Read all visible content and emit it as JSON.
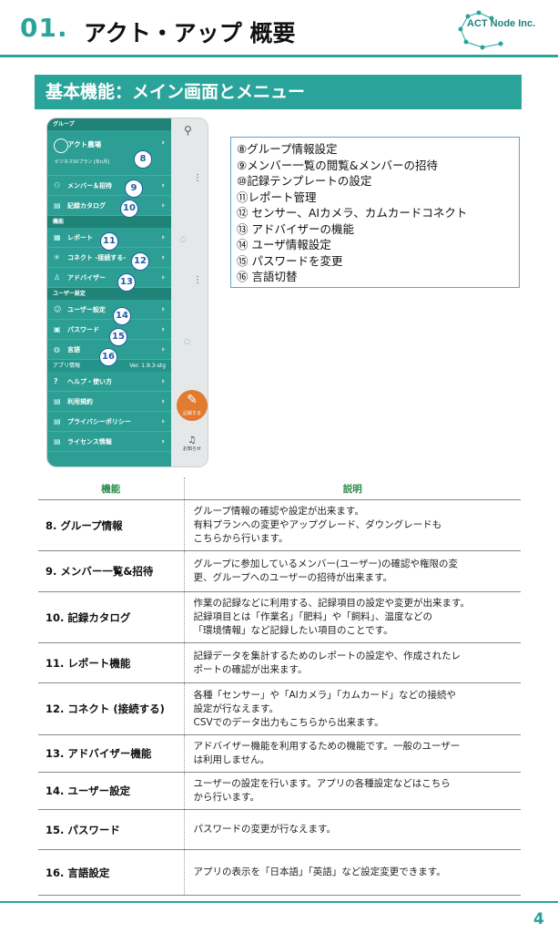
{
  "header": {
    "number": "01.",
    "title": "アクト・アップ 概要",
    "logo_text": "ACT Node Inc."
  },
  "section_title": "基本機能：メイン画面とメニュー",
  "phone": {
    "group_header": "グループ",
    "group_name": "アクト農場",
    "group_plan": "ビジネス50プラン [年n月]",
    "items_group": [
      {
        "label": "メンバー＆招待",
        "callout": "9"
      },
      {
        "label": "記録カタログ",
        "callout": "10"
      }
    ],
    "function_header": "機能",
    "items_function": [
      {
        "label": "レポート",
        "callout": "11"
      },
      {
        "label": "コネクト -接続する-",
        "callout": "12"
      },
      {
        "label": "アドバイザー",
        "callout": "13"
      }
    ],
    "user_header": "ユーザー設定",
    "items_user": [
      {
        "label": "ユーザー設定",
        "callout": "14"
      },
      {
        "label": "パスワード",
        "callout": "15"
      },
      {
        "label": "言語",
        "callout": "16"
      }
    ],
    "app_info_label": "アプリ情報",
    "version": "Ver. 1.9.3-stg",
    "items_info": [
      {
        "label": "ヘルプ・使い方"
      },
      {
        "label": "利用規約"
      },
      {
        "label": "プライバシーポリシー"
      },
      {
        "label": "ライセンス情報"
      }
    ],
    "group_callout": "8",
    "fab_label": "記録する",
    "notice_label": "お知らせ"
  },
  "feature_list": [
    "⑧グループ情報設定",
    "⑨メンバー一覧の閲覧&メンバーの招待",
    "⑩記録テンプレートの設定",
    "⑪レポート管理",
    "⑫ センサー、AIカメラ、カムカードコネクト",
    "⑬ アドバイザーの機能",
    "⑭ ユーザ情報設定",
    "⑮ パスワードを変更",
    "⑯ 言語切替"
  ],
  "table": {
    "col_function": "機能",
    "col_description": "説明",
    "rows": [
      {
        "name": "8. グループ情報",
        "lines": [
          "グループ情報の確認や設定が出来ます。",
          "有料プランへの変更やアップグレード、ダウングレードも",
          "こちらから行います。"
        ]
      },
      {
        "name": "9. メンバー一覧&招待",
        "lines": [
          "グループに参加しているメンバー(ユーザー)の確認や権限の変",
          "更、グループへのユーザーの招待が出来ます。"
        ]
      },
      {
        "name": "10. 記録カタログ",
        "lines": [
          "作業の記録などに利用する、記録項目の設定や変更が出来ます。",
          "記録項目とは「作業名」「肥料」や「飼料」、温度などの",
          "「環境情報」など記録したい項目のことです。"
        ]
      },
      {
        "name": "11. レポート機能",
        "lines": [
          "記録データを集計するためのレポートの設定や、作成されたレ",
          "ポートの確認が出来ます。"
        ]
      },
      {
        "name": "12. コネクト (接続する)",
        "lines": [
          "各種「センサー」や「AIカメラ」「カムカード」などの接続や",
          "設定が行なえます。",
          "CSVでのデータ出力もこちらから出来ます。"
        ]
      },
      {
        "name": "13. アドバイザー機能",
        "lines": [
          "アドバイザー機能を利用するための機能です。一般のユーザー",
          "は利用しません。"
        ]
      },
      {
        "name": "14. ユーザー設定",
        "lines": [
          "ユーザーの設定を行います。アプリの各種設定などはこちら",
          "から行います。"
        ]
      },
      {
        "name": "15. パスワード",
        "lines": [
          "パスワードの変更が行なえます。"
        ]
      },
      {
        "name": "16. 言語設定",
        "lines": [
          "アプリの表示を「日本語」「英語」など設定変更できます。"
        ]
      }
    ]
  },
  "page_number": "4",
  "colors": {
    "accent": "#2aa49a",
    "callout": "#1f5fa8"
  }
}
